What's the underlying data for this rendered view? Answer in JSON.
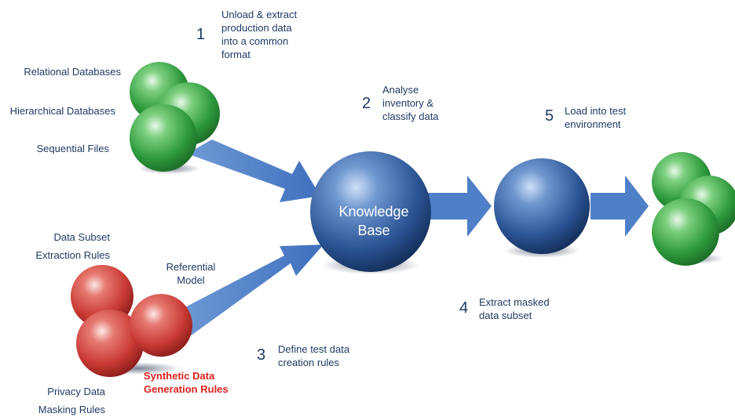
{
  "sources": {
    "relational": "Relational Databases",
    "hierarchical": "Hierarchical Databases",
    "sequential": "Sequential Files"
  },
  "steps": [
    {
      "number": "1",
      "lines": [
        "Unload & extract",
        "production data",
        "into a common",
        "format"
      ]
    },
    {
      "number": "2",
      "lines": [
        "Analyse",
        "inventory &",
        "classify data"
      ]
    },
    {
      "number": "3",
      "lines": [
        "Define test data",
        "creation rules"
      ]
    },
    {
      "number": "4",
      "lines": [
        "Extract masked",
        "data subset"
      ]
    },
    {
      "number": "5",
      "lines": [
        "Load into test",
        "environment"
      ]
    }
  ],
  "knowledge_base": {
    "line1": "Knowledge",
    "line2": "Base"
  },
  "rules": {
    "data_subset": [
      "Data Subset",
      "Extraction Rules"
    ],
    "referential": [
      "Referential",
      "Model"
    ],
    "privacy": [
      "Privacy Data",
      "Masking Rules"
    ],
    "synthetic": [
      "Synthetic Data",
      "Generation Rules"
    ]
  },
  "colors": {
    "text": "#1f3b64",
    "arrow": "#4f7fc7",
    "green": "#3aa84a",
    "red": "#d33a3a",
    "blue": "#2b5596",
    "highlight_text": "#e0211d"
  }
}
